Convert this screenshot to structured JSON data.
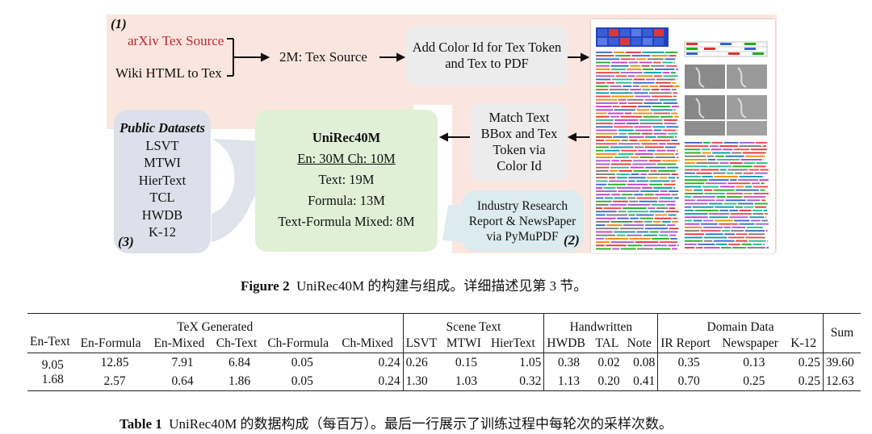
{
  "figure": {
    "label_1": "(1)",
    "label_2": "(2)",
    "label_3": "(3)",
    "arxiv_source": "arXiv Tex Source",
    "wiki_source": "Wiki HTML to Tex",
    "tex_source": "2M: Tex Source",
    "add_color_box": [
      "Add Color Id for Tex Token",
      "and Tex to PDF"
    ],
    "match_box": [
      "Match Text",
      "BBox and Tex",
      "Token via",
      "Color Id"
    ],
    "unirec": {
      "title": "UniRec40M",
      "split": "En: 30M Ch: 10M",
      "lines": [
        "Text: 19M",
        "Formula: 13M",
        "Text-Formula Mixed: 8M"
      ]
    },
    "public": {
      "title": "Public Datasets",
      "items": [
        "LSVT",
        "MTWI",
        "HierText",
        "TCL",
        "HWDB",
        "K-12"
      ]
    },
    "industry_box": [
      "Industry Research",
      "Report & NewsPaper",
      "via PyMuPDF"
    ],
    "colors": {
      "band": "#fbe6df",
      "grey_box": "#ececec",
      "green_box": "#dff0d6",
      "blue_box": "#dcebef",
      "public_box": "#dde0ea",
      "arxiv_red": "#c0262d"
    }
  },
  "figure_caption": {
    "label": "Figure 2",
    "text": "UniRec40M 的构建与组成。详细描述见第 3 节。"
  },
  "table": {
    "group_headers": [
      "TeX Generated",
      "Scene Text",
      "Handwritten",
      "Domain Data",
      "Sum"
    ],
    "columns": [
      "En-Text",
      "En-Formula",
      "En-Mixed",
      "Ch-Text",
      "Ch-Formula",
      "Ch-Mixed",
      "LSVT",
      "MTWI",
      "HierText",
      "HWDB",
      "TAL",
      "Note",
      "IR Report",
      "Newspaper",
      "K-12"
    ],
    "rows": [
      [
        "9.05",
        "12.85",
        "7.91",
        "6.84",
        "0.05",
        "0.24",
        "0.26",
        "0.15",
        "1.05",
        "0.38",
        "0.02",
        "0.08",
        "0.35",
        "0.13",
        "0.25",
        "39.60"
      ],
      [
        "1.68",
        "2.57",
        "0.64",
        "1.86",
        "0.05",
        "0.24",
        "1.30",
        "1.03",
        "0.32",
        "1.13",
        "0.20",
        "0.41",
        "0.70",
        "0.25",
        "0.25",
        "12.63"
      ]
    ]
  },
  "table_caption": {
    "label": "Table 1",
    "text": "UniRec40M 的数据构成（每百万）。最后一行展示了训练过程中每轮次的采样次数。"
  }
}
